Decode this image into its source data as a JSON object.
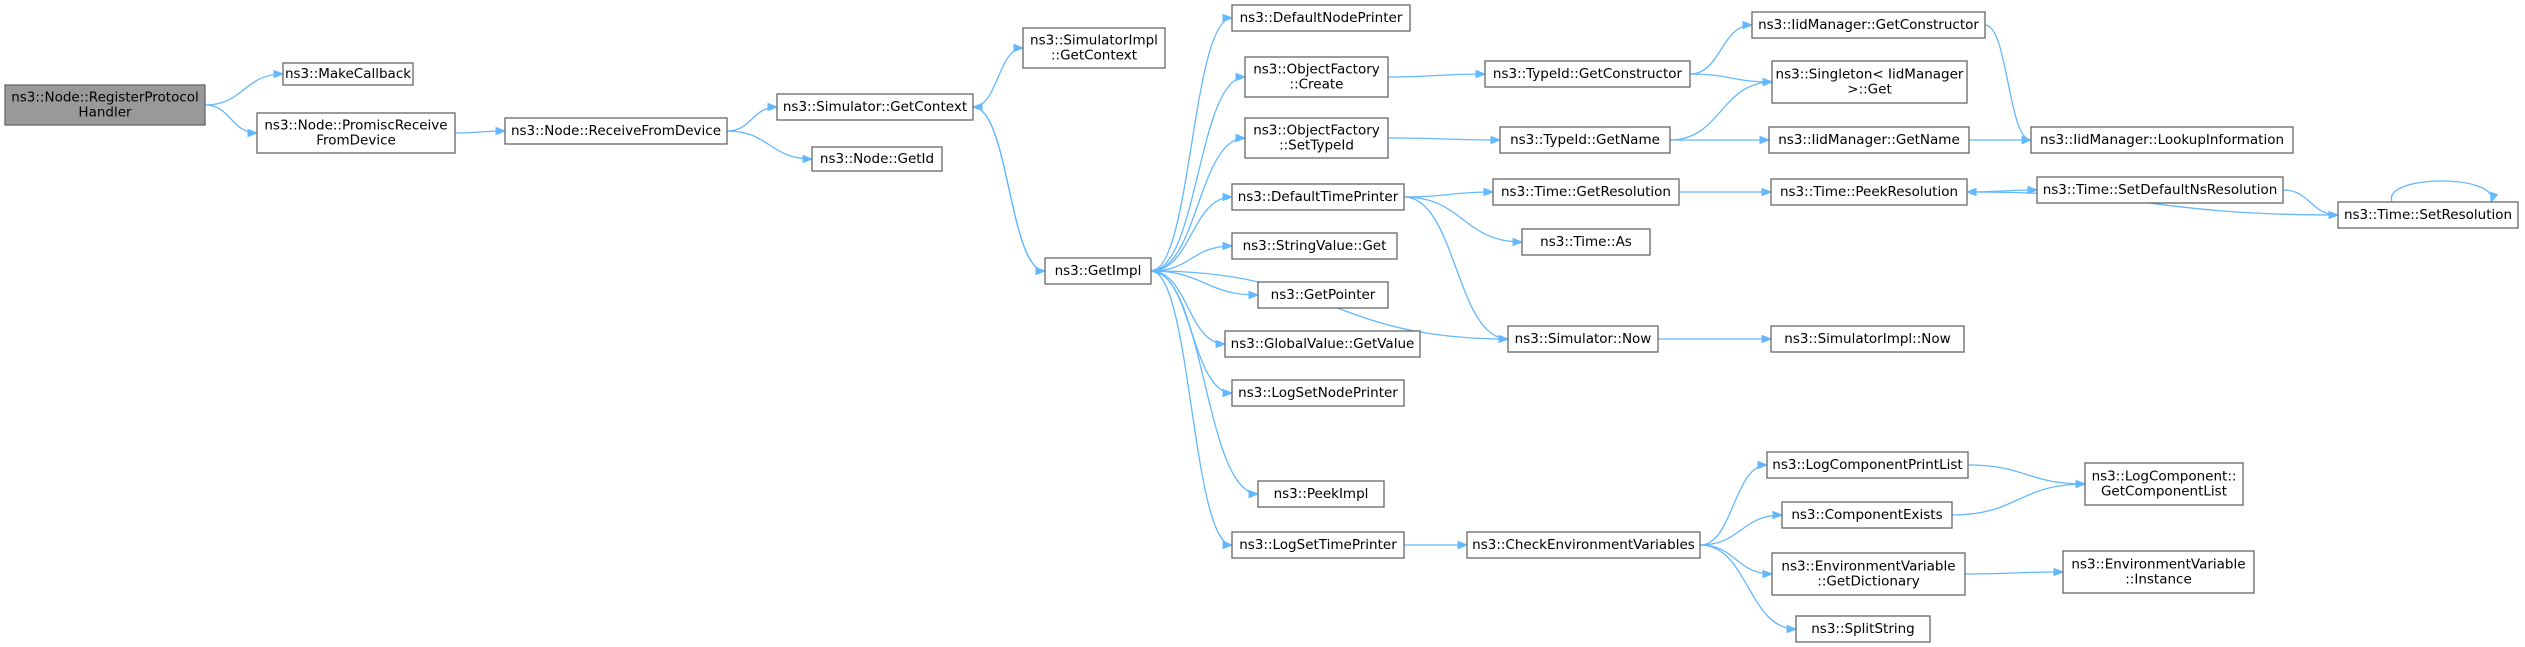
{
  "diagram": {
    "nodes": [
      {
        "id": "root",
        "lines": [
          "ns3::Node::RegisterProtocol",
          "Handler"
        ],
        "root": true
      },
      {
        "id": "makecallback",
        "lines": [
          "ns3::MakeCallback"
        ]
      },
      {
        "id": "promisc",
        "lines": [
          "ns3::Node::PromiscReceive",
          "FromDevice"
        ]
      },
      {
        "id": "receivefromdevice",
        "lines": [
          "ns3::Node::ReceiveFromDevice"
        ]
      },
      {
        "id": "getcontext",
        "lines": [
          "ns3::Simulator::GetContext"
        ]
      },
      {
        "id": "getid",
        "lines": [
          "ns3::Node::GetId"
        ]
      },
      {
        "id": "implgetcontext",
        "lines": [
          "ns3::SimulatorImpl",
          "::GetContext"
        ]
      },
      {
        "id": "getimpl",
        "lines": [
          "ns3::GetImpl"
        ]
      },
      {
        "id": "defaultnodeprinter",
        "lines": [
          "ns3::DefaultNodePrinter"
        ]
      },
      {
        "id": "objfactorycreate",
        "lines": [
          "ns3::ObjectFactory",
          "::Create"
        ]
      },
      {
        "id": "objfactorysettypeid",
        "lines": [
          "ns3::ObjectFactory",
          "::SetTypeId"
        ]
      },
      {
        "id": "defaulttimeprinter",
        "lines": [
          "ns3::DefaultTimePrinter"
        ]
      },
      {
        "id": "stringvalueget",
        "lines": [
          "ns3::StringValue::Get"
        ]
      },
      {
        "id": "getpointer",
        "lines": [
          "ns3::GetPointer"
        ]
      },
      {
        "id": "globalvaluegetvalue",
        "lines": [
          "ns3::GlobalValue::GetValue"
        ]
      },
      {
        "id": "logsetnodeprinter",
        "lines": [
          "ns3::LogSetNodePrinter"
        ]
      },
      {
        "id": "peekimpl",
        "lines": [
          "ns3::PeekImpl"
        ]
      },
      {
        "id": "logsettimeprinter",
        "lines": [
          "ns3::LogSetTimePrinter"
        ]
      },
      {
        "id": "typeidgetconstructor",
        "lines": [
          "ns3::TypeId::GetConstructor"
        ]
      },
      {
        "id": "typeidgetname",
        "lines": [
          "ns3::TypeId::GetName"
        ]
      },
      {
        "id": "timegetresolution",
        "lines": [
          "ns3::Time::GetResolution"
        ]
      },
      {
        "id": "timeas",
        "lines": [
          "ns3::Time::As"
        ]
      },
      {
        "id": "simulatornow",
        "lines": [
          "ns3::Simulator::Now"
        ]
      },
      {
        "id": "checkenv",
        "lines": [
          "ns3::CheckEnvironmentVariables"
        ]
      },
      {
        "id": "iidgetconstructor",
        "lines": [
          "ns3::IidManager::GetConstructor"
        ]
      },
      {
        "id": "singletonget",
        "lines": [
          "ns3::Singleton< IidManager",
          " >::Get"
        ]
      },
      {
        "id": "iidgetname",
        "lines": [
          "ns3::IidManager::GetName"
        ]
      },
      {
        "id": "timepeekresolution",
        "lines": [
          "ns3::Time::PeekResolution"
        ]
      },
      {
        "id": "simimplnow",
        "lines": [
          "ns3::SimulatorImpl::Now"
        ]
      },
      {
        "id": "logcomponentprintlist",
        "lines": [
          "ns3::LogComponentPrintList"
        ]
      },
      {
        "id": "componentexists",
        "lines": [
          "ns3::ComponentExists"
        ]
      },
      {
        "id": "envgetdictionary",
        "lines": [
          "ns3::EnvironmentVariable",
          "::GetDictionary"
        ]
      },
      {
        "id": "splitstring",
        "lines": [
          "ns3::SplitString"
        ]
      },
      {
        "id": "iidlookupinformation",
        "lines": [
          "ns3::IidManager::LookupInformation"
        ]
      },
      {
        "id": "setdefaultnsresolution",
        "lines": [
          "ns3::Time::SetDefaultNsResolution"
        ]
      },
      {
        "id": "setresolution",
        "lines": [
          "ns3::Time::SetResolution"
        ]
      },
      {
        "id": "getcomponentlist",
        "lines": [
          "ns3::LogComponent::",
          "GetComponentList"
        ]
      },
      {
        "id": "envinstance",
        "lines": [
          "ns3::EnvironmentVariable",
          "::Instance"
        ]
      }
    ],
    "edges": [
      [
        "root",
        "makecallback"
      ],
      [
        "root",
        "promisc"
      ],
      [
        "promisc",
        "receivefromdevice"
      ],
      [
        "receivefromdevice",
        "getcontext"
      ],
      [
        "receivefromdevice",
        "getid"
      ],
      [
        "getcontext",
        "implgetcontext"
      ],
      [
        "getcontext",
        "getimpl"
      ],
      [
        "getimpl",
        "getcontext"
      ],
      [
        "getimpl",
        "defaultnodeprinter"
      ],
      [
        "getimpl",
        "objfactorycreate"
      ],
      [
        "getimpl",
        "objfactorysettypeid"
      ],
      [
        "getimpl",
        "defaulttimeprinter"
      ],
      [
        "getimpl",
        "stringvalueget"
      ],
      [
        "getimpl",
        "getpointer"
      ],
      [
        "getimpl",
        "globalvaluegetvalue"
      ],
      [
        "getimpl",
        "logsetnodeprinter"
      ],
      [
        "getimpl",
        "peekimpl"
      ],
      [
        "getimpl",
        "logsettimeprinter"
      ],
      [
        "objfactorycreate",
        "typeidgetconstructor"
      ],
      [
        "typeidgetconstructor",
        "iidgetconstructor"
      ],
      [
        "typeidgetconstructor",
        "singletonget"
      ],
      [
        "iidgetconstructor",
        "iidlookupinformation"
      ],
      [
        "objfactorysettypeid",
        "typeidgetname"
      ],
      [
        "typeidgetname",
        "singletonget"
      ],
      [
        "typeidgetname",
        "iidgetname"
      ],
      [
        "iidgetname",
        "iidlookupinformation"
      ],
      [
        "defaulttimeprinter",
        "timegetresolution"
      ],
      [
        "defaulttimeprinter",
        "timeas"
      ],
      [
        "defaulttimeprinter",
        "simulatornow"
      ],
      [
        "timegetresolution",
        "timepeekresolution"
      ],
      [
        "timepeekresolution",
        "setdefaultnsresolution"
      ],
      [
        "setdefaultnsresolution",
        "setresolution"
      ],
      [
        "setresolution",
        "timepeekresolution"
      ],
      [
        "setresolution",
        "setresolution"
      ],
      [
        "simulatornow",
        "getimpl"
      ],
      [
        "simulatornow",
        "simimplnow"
      ],
      [
        "logsettimeprinter",
        "checkenv"
      ],
      [
        "checkenv",
        "logcomponentprintlist"
      ],
      [
        "checkenv",
        "componentexists"
      ],
      [
        "checkenv",
        "envgetdictionary"
      ],
      [
        "checkenv",
        "splitstring"
      ],
      [
        "logcomponentprintlist",
        "getcomponentlist"
      ],
      [
        "componentexists",
        "getcomponentlist"
      ],
      [
        "envgetdictionary",
        "envinstance"
      ]
    ]
  }
}
